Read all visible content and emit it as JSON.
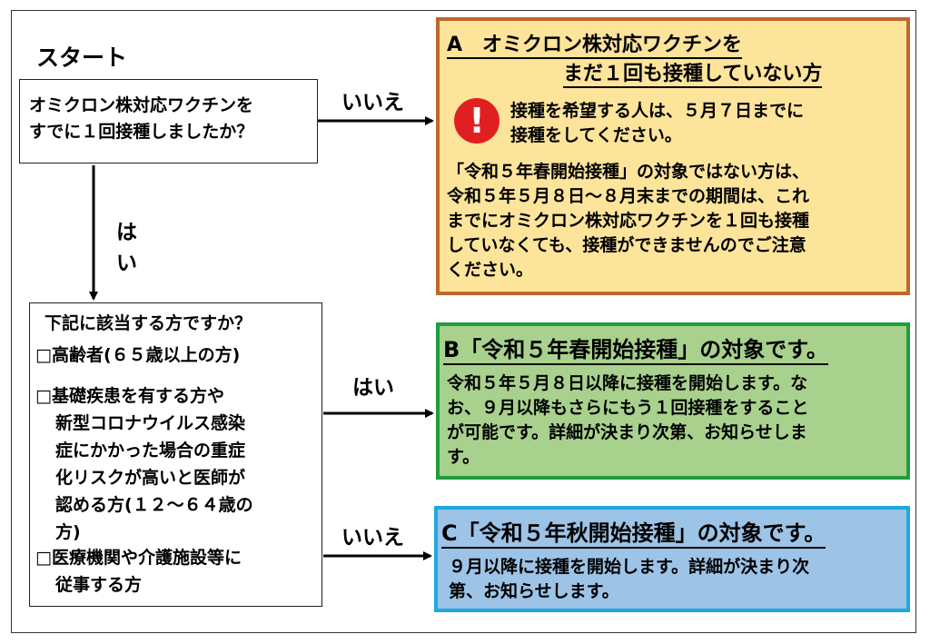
{
  "start": {
    "label": "スタート"
  },
  "question1": {
    "lines": [
      "オミクロン株対応ワクチンを",
      "すでに１回接種しましたか？"
    ]
  },
  "edges": {
    "q1_no": "いいえ",
    "q1_yes": [
      "は",
      "い"
    ],
    "q2_yes": "はい",
    "q2_no": "いいえ"
  },
  "question2": {
    "title": "下記に該当する方ですか？",
    "items": [
      {
        "lines": [
          "□高齢者(６５歳以上の方)"
        ]
      },
      {
        "lines": [
          "□基礎疾患を有する方や",
          "新型コロナウイルス感染",
          "症にかかった場合の重症",
          "化リスクが高いと医師が",
          "認める方(１２～６４歳の",
          "方)"
        ]
      },
      {
        "lines": [
          "□医療機関や介護施設等に",
          "従事する方"
        ]
      }
    ]
  },
  "box_a": {
    "heading_line1": "A　オミクロン株対応ワクチンを",
    "heading_line2": "まだ１回も接種していない方",
    "warning_icon": "exclamation-icon",
    "alert_lines": [
      "接種を希望する人は、５月７日までに",
      "接種をしてください。"
    ],
    "note_lines": [
      "「令和５年春開始接種」の対象ではない方は、",
      "令和５年５月８日～８月末までの期間は、これ",
      "までにオミクロン株対応ワクチンを１回も接種",
      "していなくても、接種ができませんのでご注意",
      "ください。"
    ],
    "bg": "#fde49b",
    "border": "#c0672b"
  },
  "box_b": {
    "heading": "B「令和５年春開始接種」の対象です。",
    "lines": [
      "令和５年５月８日以降に接種を開始します。な",
      "お、９月以降もさらにもう１回接種をすること",
      "が可能です。詳細が決まり次第、お知らせしま",
      "す。"
    ],
    "bg": "#a9d18e",
    "border": "#1e9e3c"
  },
  "box_c": {
    "heading": "C「令和５年秋開始接種」の対象です。",
    "lines": [
      "９月以降に接種を開始します。詳細が決まり次",
      "第、お知らせします。"
    ],
    "bg": "#9dc3e6",
    "border": "#1ea8e0"
  }
}
